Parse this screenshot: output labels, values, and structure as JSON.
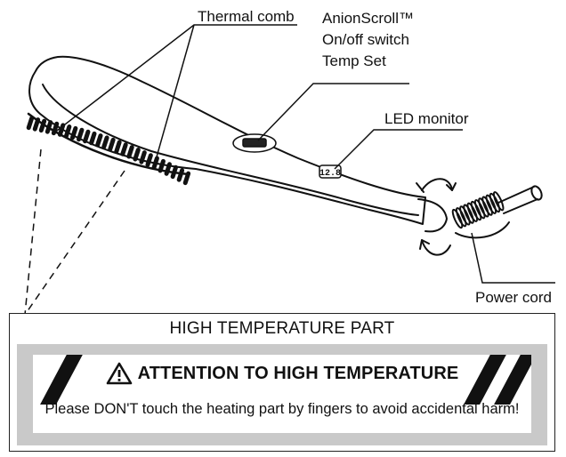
{
  "callouts": {
    "thermal_comb": "Thermal comb",
    "switch_lines": [
      "AnionScroll™",
      "On/off switch",
      "Temp Set"
    ],
    "led_monitor": "LED monitor",
    "power_cord": "Power cord"
  },
  "led_display": "12.8",
  "warning": {
    "heading": "HIGH TEMPERATURE PART",
    "title": "ATTENTION TO HIGH TEMPERATURE",
    "text": "Please DON'T touch the heating part by fingers to avoid accidental harm!",
    "icon": "warning-triangle-icon"
  }
}
